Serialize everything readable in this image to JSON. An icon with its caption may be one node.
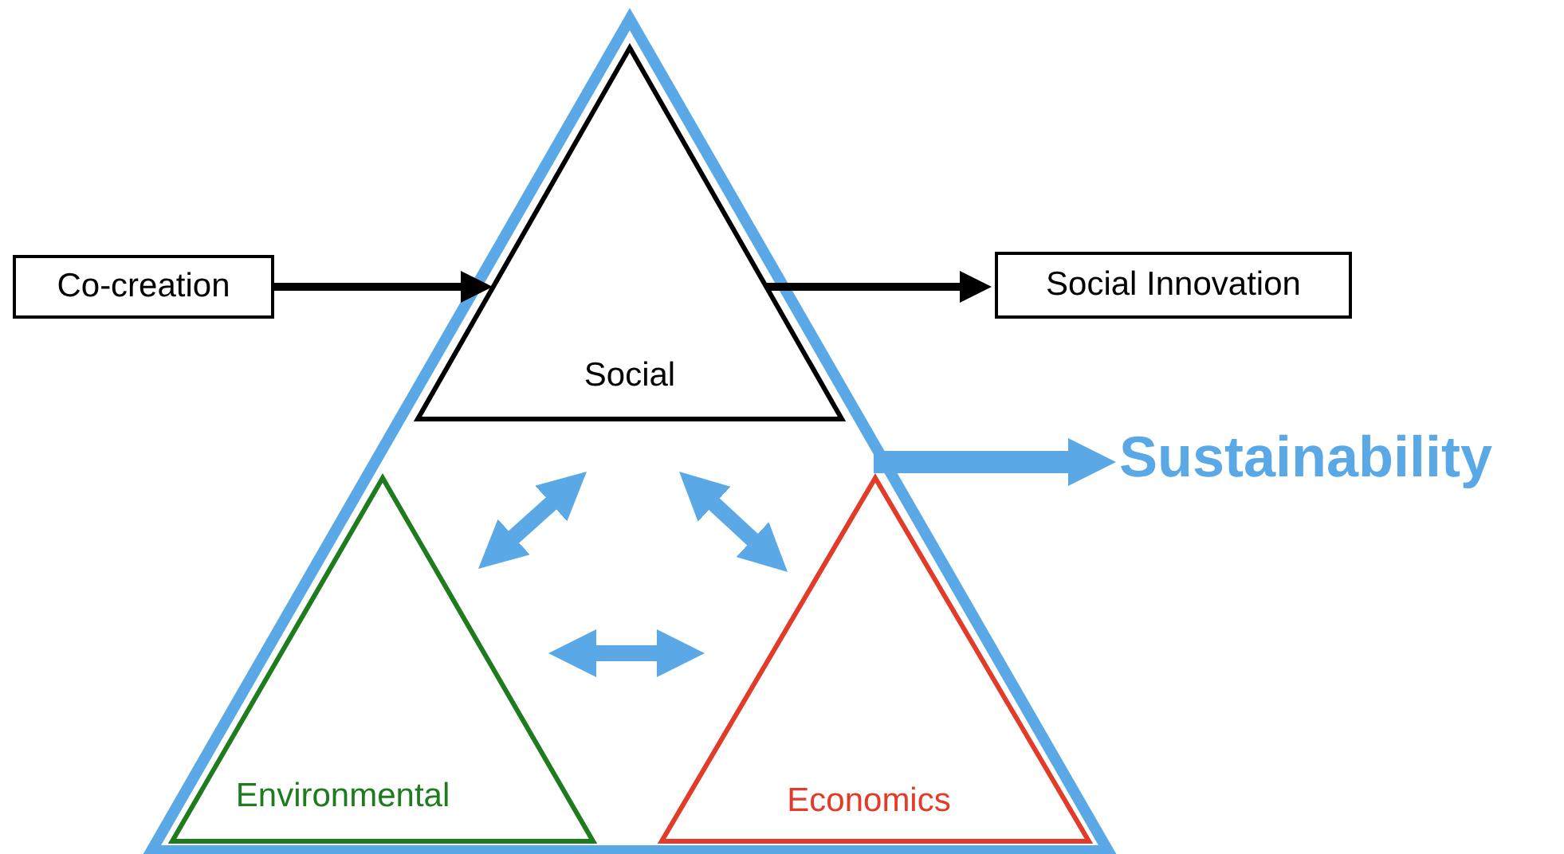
{
  "diagram": {
    "nodes": [
      {
        "text": [],
        "shape": "triangle"
      },
      {
        "text": [
          "Social"
        ],
        "in": 0
      },
      {
        "text": [
          "Environmental"
        ],
        "in": 0
      },
      {
        "text": [
          "Economics"
        ],
        "in": 0
      },
      {
        "text": [
          "Co-creation"
        ]
      },
      {
        "text": [
          "Social Innovation"
        ]
      },
      {
        "text": [
          "Sustainability"
        ]
      }
    ],
    "edges": [
      {
        "from": 4,
        "to": 1,
        "arrow": "to",
        "color": "#000000"
      },
      {
        "from": 1,
        "to": 5,
        "arrow": "to",
        "color": "#000000"
      },
      {
        "from": 0,
        "to": 6,
        "arrow": "to",
        "color": "#5aa9e6"
      },
      {
        "from": 1,
        "to": 2,
        "arrow": "both",
        "color": "#5aa9e6"
      },
      {
        "from": 1,
        "to": 3,
        "arrow": "both",
        "color": "#5aa9e6"
      },
      {
        "from": 2,
        "to": 3,
        "arrow": "both",
        "color": "#5aa9e6"
      }
    ]
  }
}
